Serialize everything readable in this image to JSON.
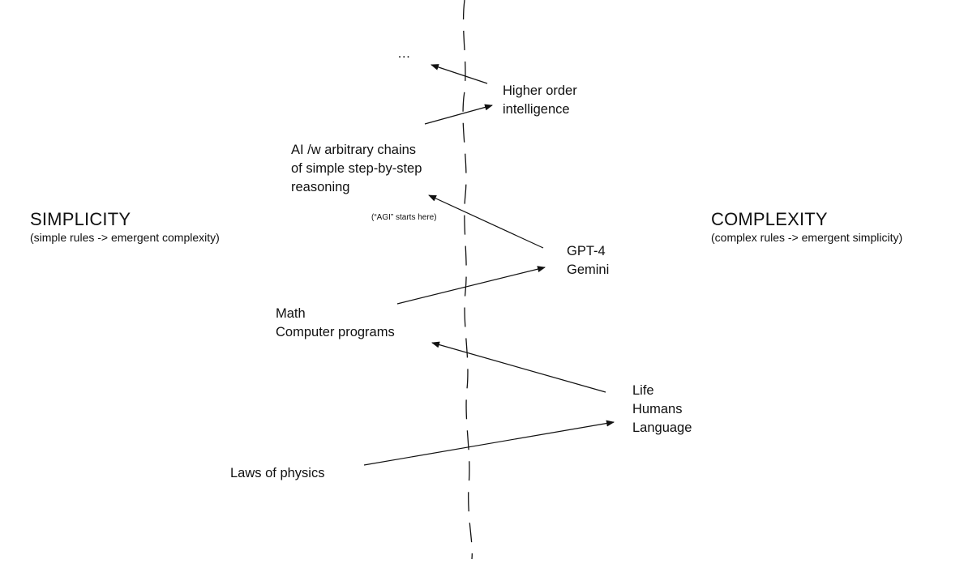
{
  "left_pole": {
    "title": "SIMPLICITY",
    "subtitle": "(simple rules -> emergent complexity)"
  },
  "right_pole": {
    "title": "COMPLEXITY",
    "subtitle": "(complex rules -> emergent simplicity)"
  },
  "nodes": {
    "laws_of_physics": [
      "Laws of physics"
    ],
    "life_humans_language": [
      "Life",
      "Humans",
      "Language"
    ],
    "math_programs": [
      "Math",
      "Computer programs"
    ],
    "gpt4_gemini": [
      "GPT-4",
      "Gemini"
    ],
    "ai_reasoning": [
      "AI /w arbitrary chains",
      "of simple step-by-step",
      "reasoning"
    ],
    "higher_order": [
      "Higher order",
      "intelligence"
    ],
    "ellipsis": [
      "…"
    ]
  },
  "agi_note": "(“AGI” starts here)",
  "colors": {
    "ink": "#111111",
    "background": "#ffffff"
  }
}
